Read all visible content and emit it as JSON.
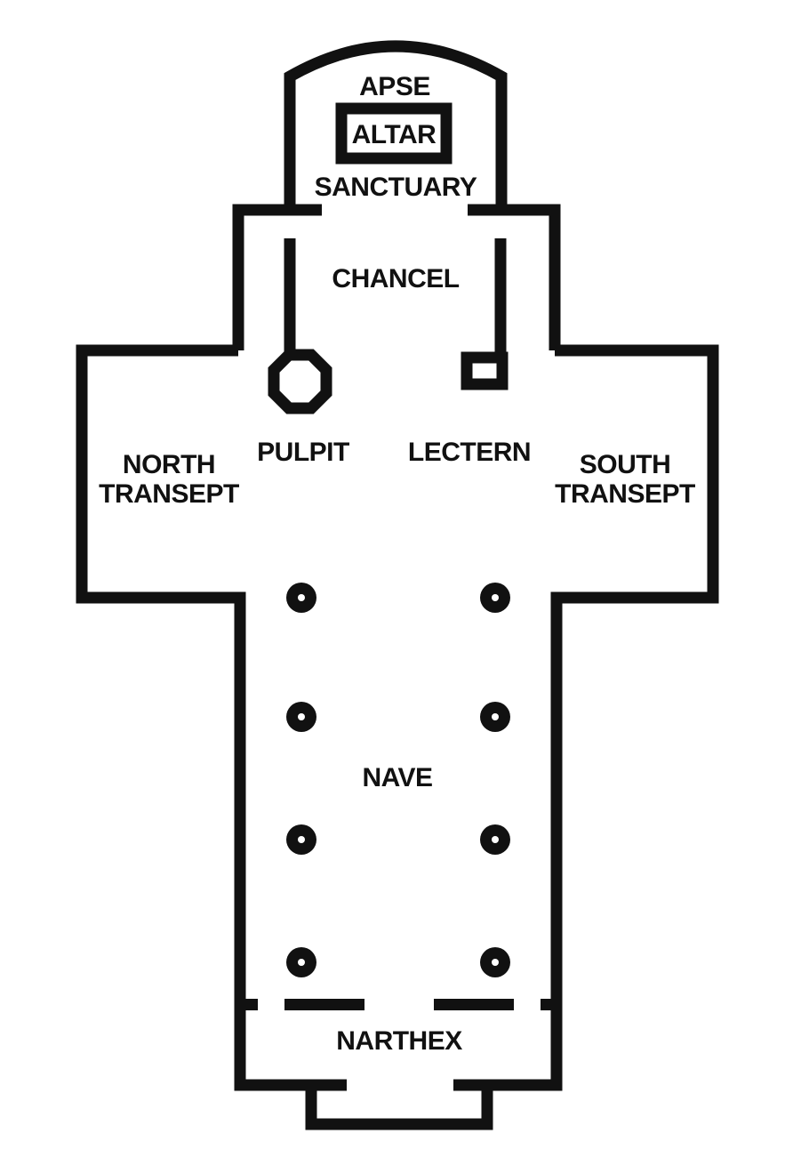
{
  "labels": {
    "apse": "APSE",
    "altar": "ALTAR",
    "sanctuary": "SANCTUARY",
    "chancel": "CHANCEL",
    "pulpit": "PULPIT",
    "lectern": "LECTERN",
    "north_transept_line1": "NORTH",
    "north_transept_line2": "TRANSEPT",
    "south_transept_line1": "SOUTH",
    "south_transept_line2": "TRANSEPT",
    "nave": "NAVE",
    "narthex": "NARTHEX"
  },
  "colors": {
    "ink": "#111111",
    "background": "#ffffff"
  }
}
